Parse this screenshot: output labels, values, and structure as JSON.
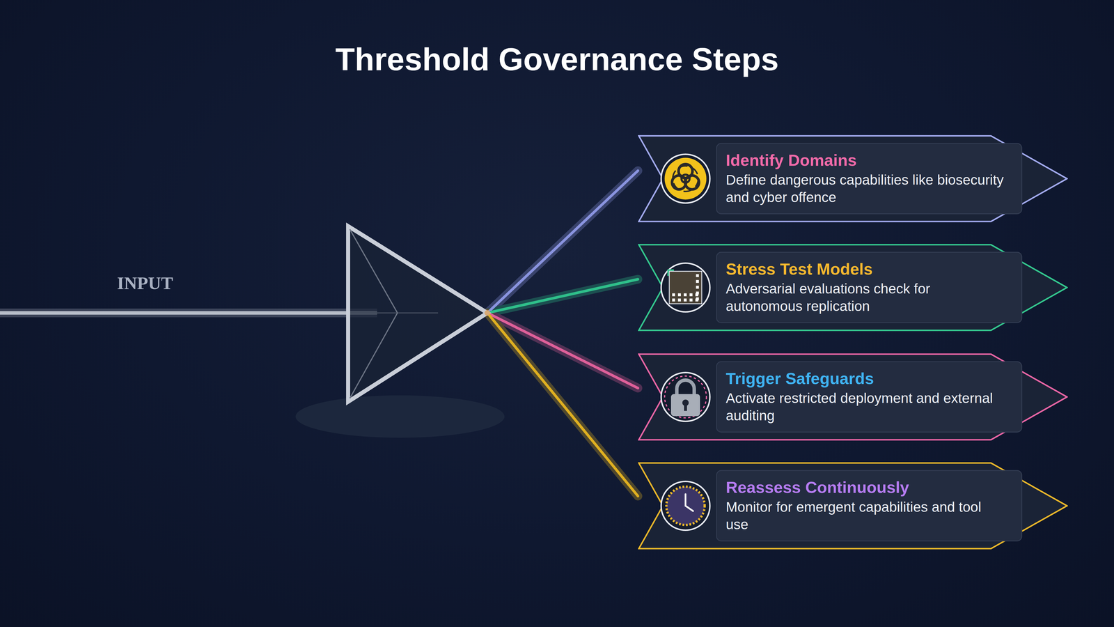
{
  "diagram": {
    "title": "Threshold Governance Steps",
    "nodes": [
      {
        "text": [
          "Identify Domains",
          "Define dangerous capabilities like biosecurity and cyber offence"
        ]
      },
      {
        "text": [
          "Stress Test Models",
          "Adversarial evaluations check for autonomous replication"
        ]
      },
      {
        "text": [
          "Trigger Safeguards",
          "Activate restricted deployment and external auditing"
        ]
      },
      {
        "text": [
          "Reassess Continuously",
          "Monitor for emergent capabilities and tool use"
        ]
      }
    ],
    "labels": [
      "INPUT"
    ]
  }
}
